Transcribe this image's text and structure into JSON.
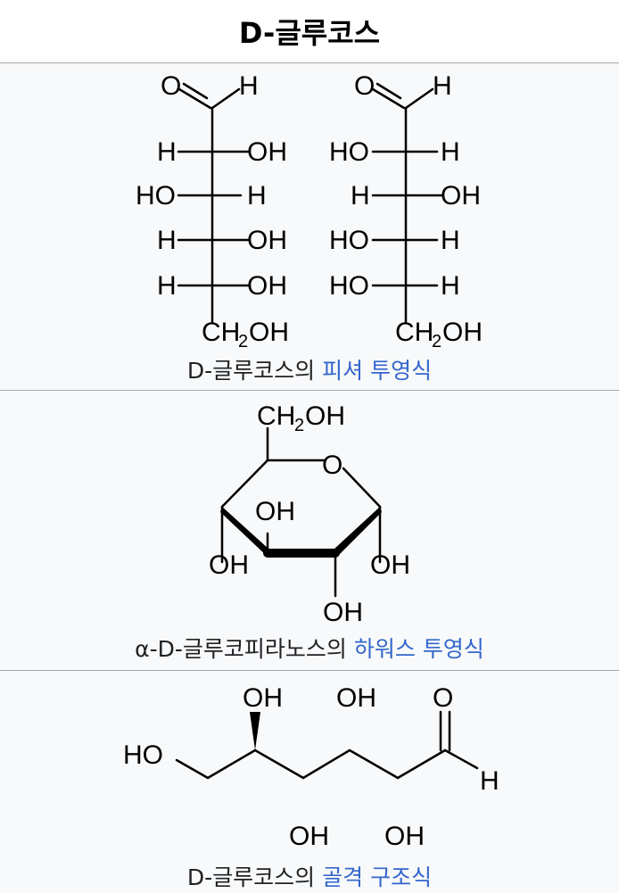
{
  "title": "D-글루코스",
  "atoms": {
    "o": "O",
    "h": "H",
    "oh": "OH",
    "ho": "HO",
    "ch": "CH",
    "two": "2"
  },
  "captions": {
    "fischer_plain": "D-글루코스의",
    "fischer_link": "피셔 투영식",
    "haworth_plain": "α-D-글루코피라노스의",
    "haworth_link": "하워스 투영식",
    "skeletal_plain": "D-글루코스의",
    "skeletal_link": "골격 구조식"
  }
}
